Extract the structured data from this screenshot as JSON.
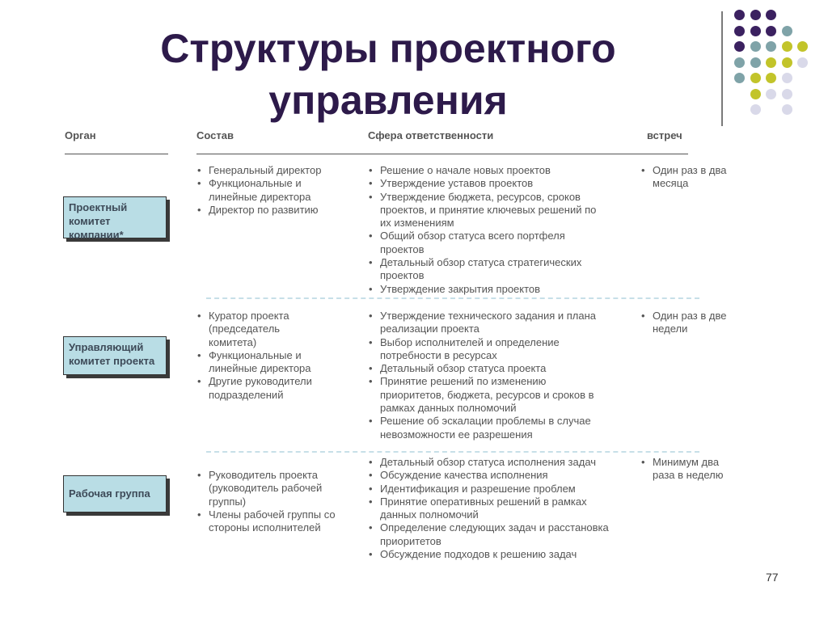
{
  "slide": {
    "title_line1": "Структуры проектного",
    "title_line2": "управления",
    "page_number": "77"
  },
  "decor": {
    "colors": {
      "purple": "#3b2160",
      "teal": "#7fa3a8",
      "olive": "#c2c42a",
      "lavender": "#d9d9e9"
    }
  },
  "table": {
    "headers": {
      "organ": "Орган",
      "composition": "Состав",
      "scope": "Сфера ответственности",
      "meetings": "встреч"
    },
    "rows": [
      {
        "organ": "Проектный комитет компании*",
        "composition": [
          "Генеральный директор",
          "Функциональные и линейные директора",
          "Директор по развитию"
        ],
        "scope": [
          "Решение о начале новых проектов",
          "Утверждение уставов проектов",
          "Утверждение бюджета, ресурсов, сроков проектов, и принятие ключевых решений по их изменениям",
          "Общий обзор статуса всего портфеля проектов",
          "Детальный обзор статуса стратегических проектов",
          "Утверждение закрытия проектов"
        ],
        "meetings": [
          "Один раз в два месяца"
        ]
      },
      {
        "organ": "Управляющий комитет проекта",
        "composition": [
          "Куратор проекта (председатель комитета)",
          "Функциональные и линейные директора",
          "Другие руководители подразделений"
        ],
        "scope": [
          "Утверждение технического задания и плана реализации проекта",
          "Выбор исполнителей и определение потребности в ресурсах",
          "Детальный обзор статуса проекта",
          "Принятие решений по изменению приоритетов, бюджета, ресурсов и сроков в рамках данных полномочий",
          "Решение об эскалации проблемы в случае невозможности ее разрешения"
        ],
        "meetings": [
          "Один раз в две недели"
        ]
      },
      {
        "organ": "Рабочая группа",
        "composition": [
          "Руководитель проекта (руководитель рабочей группы)",
          "Члены рабочей группы со стороны исполнителей"
        ],
        "scope": [
          "Детальный обзор статуса исполнения задач",
          "Обсуждение качества исполнения",
          "Идентификация и разрешение проблем",
          "Принятие оперативных решений в рамках данных полномочий",
          "Определение следующих задач и расстановка приоритетов",
          "Обсуждение подходов к решению задач"
        ],
        "meetings": [
          "Минимум два раза в неделю"
        ]
      }
    ]
  }
}
